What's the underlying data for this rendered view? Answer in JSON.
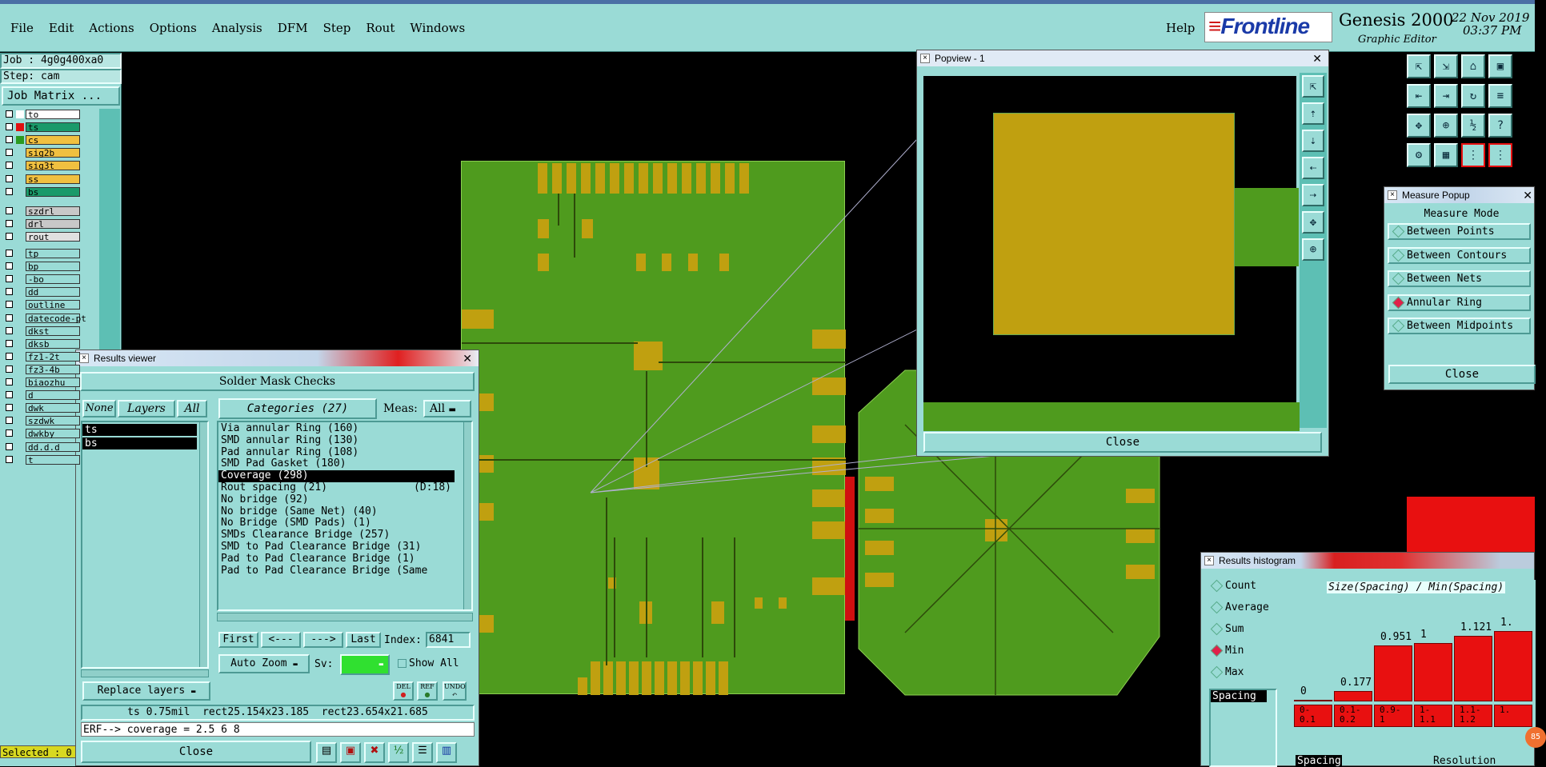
{
  "menubar": {
    "items": [
      "File",
      "Edit",
      "Actions",
      "Options",
      "Analysis",
      "DFM",
      "Step",
      "Rout",
      "Windows"
    ],
    "help": "Help"
  },
  "brand": {
    "logo": "Frontline",
    "product": "Genesis 2000",
    "subtitle": "Graphic Editor",
    "date": "22 Nov 2019",
    "time": "03:37 PM"
  },
  "left_panel": {
    "job": "Job : 4g0g400xa0",
    "step": "Step: cam",
    "job_matrix": "Job Matrix ...",
    "layers_group1": [
      {
        "name": "to",
        "color": "#ffffff",
        "ind": "#ffffff"
      },
      {
        "name": "ts",
        "color": "#1a9a6a",
        "ind": "#e01010"
      },
      {
        "name": "cs",
        "color": "#f0c040",
        "ind": "#2a9a20"
      },
      {
        "name": "sig2b",
        "color": "#f0c040",
        "ind": "#9adbd6"
      },
      {
        "name": "sig3t",
        "color": "#f0c040",
        "ind": "#9adbd6"
      },
      {
        "name": "ss",
        "color": "#f0c040",
        "ind": "#9adbd6"
      },
      {
        "name": "bs",
        "color": "#1a9a6a",
        "ind": "#9adbd6"
      }
    ],
    "layers_group2": [
      {
        "name": "szdrl",
        "color": "#c8c8c8"
      },
      {
        "name": "drl",
        "color": "#c8c8c8"
      },
      {
        "name": "rout",
        "color": "#e0e0e0"
      }
    ],
    "layers_group3": [
      "tp",
      "bp",
      "-bo",
      "dd",
      "outline",
      "datecode-pt",
      "dkst",
      "dksb",
      "fz1-2t",
      "fz3-4b",
      "biaozhu",
      "d",
      "dwk",
      "szdwk",
      "dwkby",
      "dd.d.d",
      "t"
    ],
    "selected": "Selected : 0"
  },
  "results_viewer": {
    "title": "Results viewer",
    "header": "Solder Mask Checks",
    "none": "None",
    "layers": "Layers",
    "all": "All",
    "categories_btn": "Categories (27)",
    "meas_label": "Meas:",
    "meas_value": "All",
    "layer_list": [
      "ts",
      "bs"
    ],
    "categories": [
      "Via annular Ring (160)",
      "SMD annular Ring (130)",
      "Pad annular Ring (108)",
      "SMD Pad Gasket (180)",
      "Coverage (298)",
      "Rout spacing (21)",
      "No bridge (92)",
      "No bridge (Same Net) (40)",
      "No Bridge (SMD Pads) (1)",
      "SMDs Clearance Bridge (257)",
      "SMD to Pad Clearance Bridge (31)",
      "Pad to Pad Clearance Bridge (1)",
      "Pad to Pad Clearance Bridge (Same"
    ],
    "rout_extra": "(D:18)",
    "first": "First",
    "prev": "<---",
    "next": "--->",
    "last": "Last",
    "index_label": "Index:",
    "index_value": "6841",
    "auto_zoom": "Auto Zoom",
    "sv_label": "Sv:",
    "show_all": "Show All",
    "replace_layers": "Replace layers",
    "status1": "ts 0.75mil  rect25.154x23.185  rect23.654x21.685",
    "status2": "ERF--> coverage = 2.5 6 8",
    "close": "Close",
    "mini_btns": [
      "DEL",
      "REF",
      "UNDO"
    ]
  },
  "popview": {
    "title": "Popview - 1",
    "close": "Close"
  },
  "measure_popup": {
    "title": "Measure Popup",
    "header": "Measure Mode",
    "modes": [
      {
        "label": "Between Points",
        "selected": false
      },
      {
        "label": "Between Contours",
        "selected": false
      },
      {
        "label": "Between Nets",
        "selected": false
      },
      {
        "label": "Annular Ring",
        "selected": true
      },
      {
        "label": "Between Midpoints",
        "selected": false
      }
    ],
    "close": "Close"
  },
  "histogram": {
    "title": "Results histogram",
    "options": [
      {
        "label": "Count",
        "selected": false
      },
      {
        "label": "Average",
        "selected": false
      },
      {
        "label": "Sum",
        "selected": false
      },
      {
        "label": "Min",
        "selected": true
      },
      {
        "label": "Max",
        "selected": false
      }
    ],
    "field": "Spacing",
    "header": "Size(Spacing) / Min(Spacing)",
    "bins": [
      {
        "label": "0-\n0.1",
        "value": 0,
        "text": "0"
      },
      {
        "label": "0.1-\n0.2",
        "value": 0.177,
        "text": "0.177"
      },
      {
        "label": "0.9-\n1",
        "value": 0.951,
        "text": "0.951"
      },
      {
        "label": "1-\n1.1",
        "value": 1,
        "text": "1"
      },
      {
        "label": "1.1-\n1.2",
        "value": 1.121,
        "text": "1.121"
      },
      {
        "label": "1.",
        "value": 1.2,
        "text": "1."
      }
    ],
    "footer_field": "Spacing",
    "footer_resolution": "Resolution",
    "badge": "85"
  }
}
